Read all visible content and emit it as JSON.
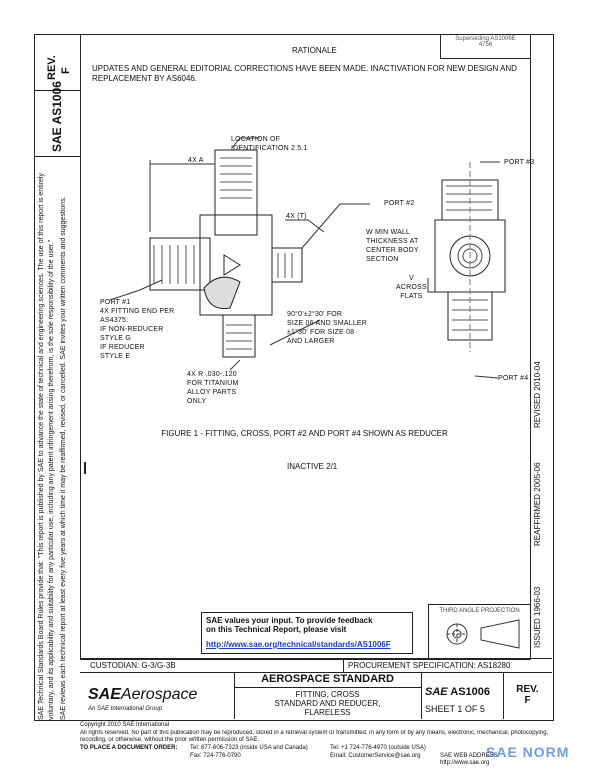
{
  "left_margin": {
    "col1": "SAE Technical Standards Board Rules provide that: \"This report is published by SAE to advance the state of technical and engineering sciences. The use of this report is entirely",
    "col2": "voluntary, and its applicability and suitability for any particular use, including any patent infringement arising therefrom, is the sole responsibility of the user.\"",
    "col3": "SAE reviews each technical report at least every five years at which time it may be reaffirmed, revised, or cancelled. SAE invites your written comments and suggestions."
  },
  "rev_box": {
    "label": "REV.",
    "value": "F"
  },
  "doc_id_box": {
    "prefix": "SAE",
    "id": "AS1006"
  },
  "right_margin": {
    "dates": [
      "ISSUED 1966-03",
      "REAFFIRMED 2005-06",
      "REVISED 2010-04"
    ]
  },
  "header": {
    "rationale": "RATIONALE",
    "top_right": [
      "Superseding AS1006E",
      "4756"
    ]
  },
  "rationale_text": "UPDATES AND GENERAL EDITORIAL CORRECTIONS HAVE BEEN MADE. INACTIVATION FOR NEW DESIGN AND REPLACEMENT BY AS6046.",
  "drawing": {
    "labels": {
      "location": "LOCATION OF\nIDENTIFICATION 2.5.1",
      "dim_a": "4X A",
      "dim_t": "4X (T)",
      "port2": "PORT #2",
      "port3": "PORT #3",
      "port1": "PORT #1\n4X FITTING END PER\nAS4375:\nIF NON-REDUCER\nSTYLE G\nIF REDUCER\nSTYLE E",
      "min_wall": "W MIN WALL\nTHICKNESS AT\nCENTER BODY\nSECTION",
      "across": "V\nACROSS\nFLATS",
      "angle": "90°0'±2°30' FOR\nSIZE 06 AND SMALLER\n±1°30' FOR SIZE 08\nAND LARGER",
      "radius": "4X R .030-.120\nFOR TITANIUM\nALLOY PARTS\nONLY",
      "port4": "PORT #4"
    }
  },
  "figure_caption": "FIGURE 1 - FITTING, CROSS, PORT #2 AND PORT #4 SHOWN AS REDUCER",
  "inactive": "INACTIVE 2/1",
  "feedback": {
    "line1": "SAE values your input. To provide feedback",
    "line2": "on this Technical Report, please visit",
    "url": "http://www.sae.org/technical/standards/AS1006F"
  },
  "projection": {
    "label": "THIRD ANGLE PROJECTION"
  },
  "custodian": "CUSTODIAN: G-3/G-3B",
  "procurement": "PROCUREMENT SPECIFICATION: AS18280",
  "title_block": {
    "logo_bold": "SAE",
    "logo_it": "Aerospace",
    "logo_sub": "An SAE International Group",
    "standard": "AEROSPACE STANDARD",
    "title_lines": [
      "FITTING, CROSS",
      "STANDARD AND REDUCER,",
      "FLARELESS"
    ],
    "doc_prefix": "SAE",
    "doc_id": "AS1006",
    "sheet": "SHEET 1 OF 5",
    "rev_label": "REV.",
    "rev_value": "F"
  },
  "footer": {
    "line1": "Copyright 2010 SAE International",
    "line2": "All rights reserved. No part of this publication may be reproduced, stored in a retrieval system or transmitted, in any form or by any means, electronic, mechanical, photocopying,",
    "line3": "recording, or otherwise, without the prior written permission of SAE.",
    "order_label": "TO PLACE A DOCUMENT ORDER:",
    "tel_left": "Tel:    877-606-7323 (inside USA and Canada)",
    "fax_left": "Fax:    724-776-0790",
    "tel_right": "Tel:    +1 724-776-4970 (outside USA)",
    "email": "Email: CustomerService@sae.org",
    "web": "SAE WEB ADDRESS:   http://www.sae.org"
  },
  "watermark": "SAE NORM"
}
